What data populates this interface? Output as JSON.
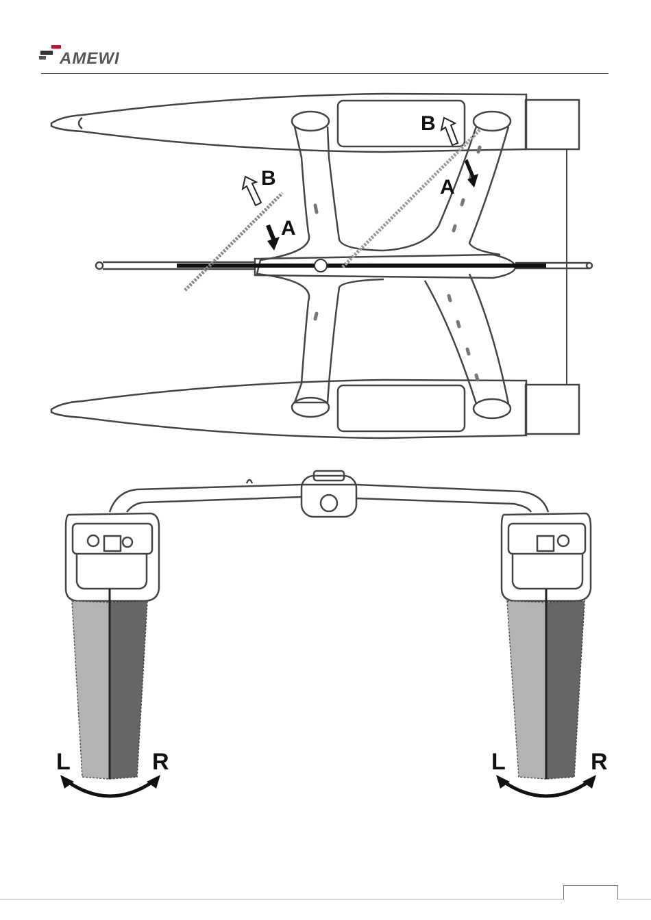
{
  "brand": {
    "logo_text": "AMEWI"
  },
  "top_view": {
    "labels": {
      "a_left": "A",
      "b_left": "B",
      "a_right": "A",
      "b_right": "B"
    }
  },
  "rudder_view": {
    "left": {
      "l": "L",
      "r": "R"
    },
    "right": {
      "l": "L",
      "r": "R"
    }
  },
  "colors": {
    "line": "#444444",
    "rudder_light": "#b3b3b3",
    "rudder_dark": "#666666"
  }
}
